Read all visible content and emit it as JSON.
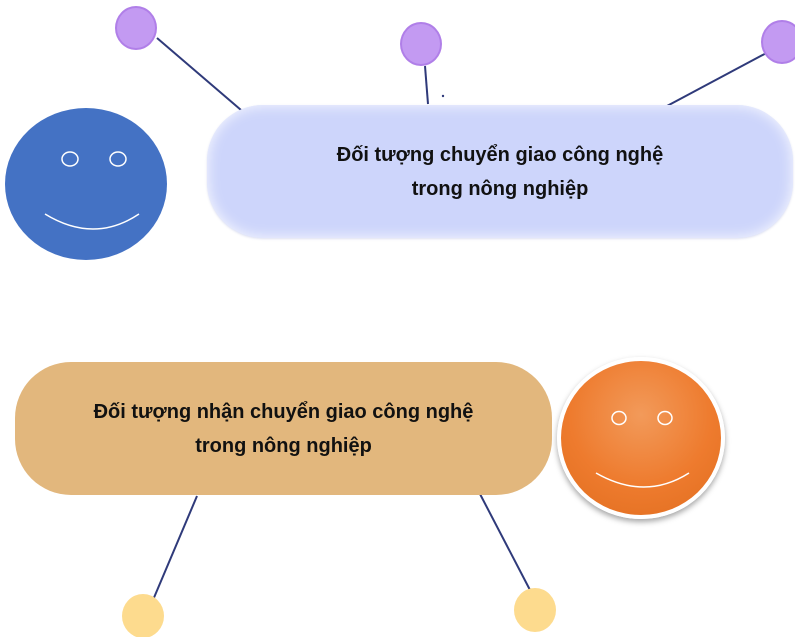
{
  "top_box": {
    "line1": "Đối tượng chuyển giao công nghệ",
    "line2": "trong nông nghiệp"
  },
  "bottom_box": {
    "line1": "Đối tượng nhận chuyển giao công nghệ",
    "line2": "trong nông nghiệp"
  },
  "colors": {
    "top_box_fill": "#cdd5fb",
    "bottom_box_fill": "#e2b77d",
    "blue_face": "#4472c4",
    "orange_face": "#ee7b2e",
    "violet_bubble": "#c39af2",
    "yellow_bubble": "#fddb8e",
    "connector": "#2f3a7a"
  },
  "icons": [
    "smiley-face-blue-icon",
    "smiley-face-orange-icon"
  ]
}
